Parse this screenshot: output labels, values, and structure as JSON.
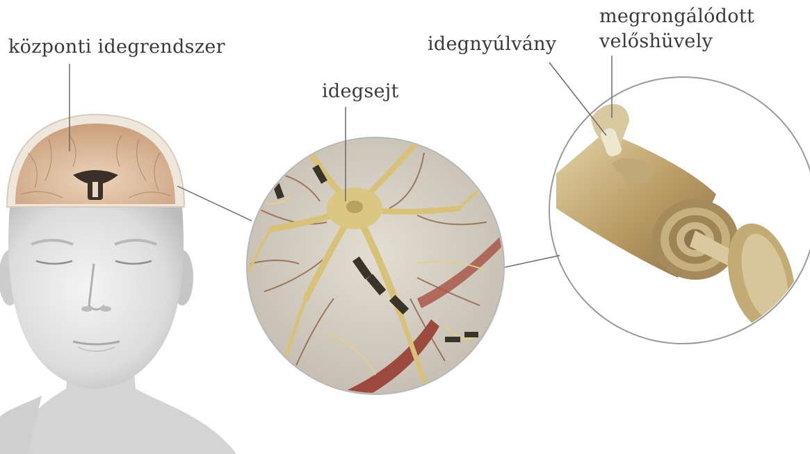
{
  "labels": {
    "cns": "központi idegrendszer",
    "neuron": "idegsejt",
    "axon": "idegnyúlvány",
    "myelin_line1": "megrongálódott",
    "myelin_line2": "velőshüvely"
  },
  "colors": {
    "background": "#ffffff",
    "head_skin": "#d9d9d9",
    "brain": "#d9b99a",
    "neuron_fiber": "#d8c27a",
    "neuron_bg": "#cfc7bb",
    "blood_vessel": "#9c4a3e",
    "myelin": "#c9b27f",
    "leader_line": "#6a6a6a",
    "label_text": "#3a3a3a"
  },
  "icons": [
    "head-illustration",
    "brain-cross-section",
    "neuron-magnified-circle",
    "myelin-sheath-magnified-circle"
  ]
}
